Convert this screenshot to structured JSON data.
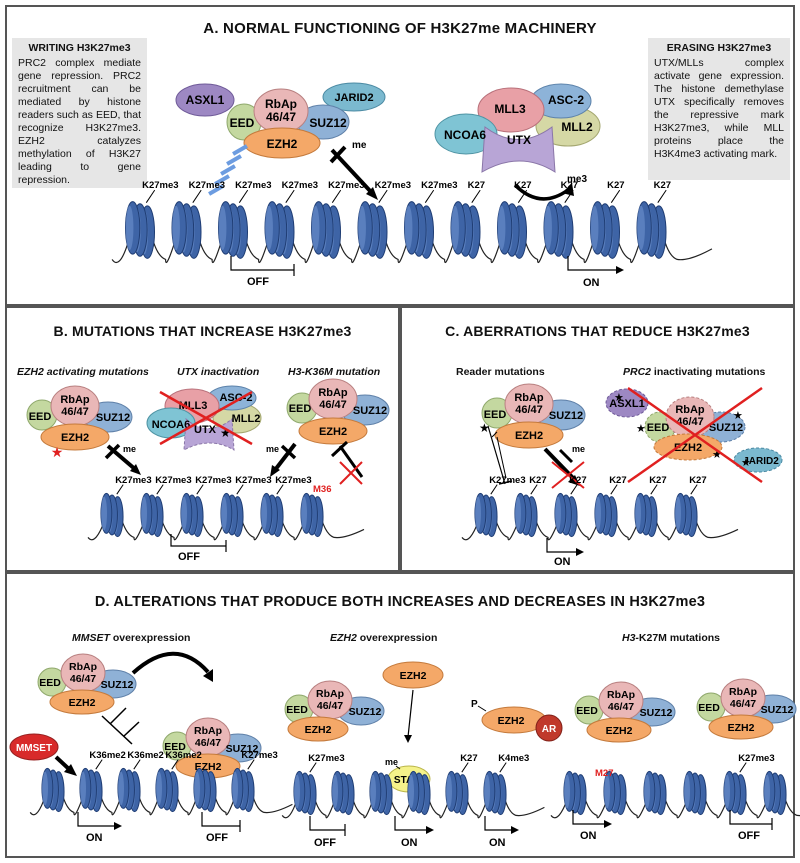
{
  "panel_a": {
    "title": "A. NORMAL FUNCTIONING OF H3K27me MACHINERY",
    "writing_box": {
      "title": "WRITING H3K27me3",
      "text": "PRC2 complex mediate gene repression. PRC2 recruitment can be mediated by histone readers such as EED, that recognize H3K27me3. EZH2 catalyzes methylation of H3K27 leading to gene repression."
    },
    "erasing_box": {
      "title": "ERASING H3K27me3",
      "text": "UTX/MLLs complex activate gene expression. The histone demethylase UTX specifically removes the repressive mark H3K27me3, while MLL proteins place the H3K4me3 activating mark."
    },
    "prc2": {
      "asxl1": "ASXL1",
      "rbap": "RbAp\n46/47",
      "jarid2": "JARID2",
      "eed": "EED",
      "suz12": "SUZ12",
      "ezh2": "EZH2"
    },
    "utx_complex": {
      "mll3": "MLL3",
      "asc2": "ASC-2",
      "ncoa6": "NCOA6",
      "utx": "UTX",
      "mll2": "MLL2"
    },
    "me_label": "me",
    "me3_label": "me3",
    "marks": [
      "K27me3",
      "K27me3",
      "K27me3",
      "K27me3",
      "K27me3",
      "K27me3",
      "K27me3",
      "K27",
      "K27",
      "K27",
      "K27",
      "K27"
    ],
    "off_label": "OFF",
    "on_label": "ON"
  },
  "panel_b": {
    "title": "B. MUTATIONS THAT INCREASE H3K27me3",
    "sub1": "EZH2 activating mutations",
    "sub2": "UTX inactivation",
    "sub3": "H3-K36M mutation",
    "marks": [
      "K27me3",
      "K27me3",
      "K27me3",
      "K27me3",
      "K27me3"
    ],
    "m36": "M36",
    "off_label": "OFF"
  },
  "panel_c": {
    "title": "C. ABERRATIONS THAT REDUCE H3K27me3",
    "sub1": "Reader mutations",
    "sub2_italic": "PRC2",
    "sub2_rest": " inactivating mutations",
    "marks": [
      "K27me3",
      "K27",
      "K27",
      "K27",
      "K27",
      "K27"
    ],
    "on_label": "ON"
  },
  "panel_d": {
    "title": "D. ALTERATIONS THAT PRODUCE BOTH INCREASES AND DECREASES IN H3K27me3",
    "sub1_italic": "MMSET",
    "sub1_rest": " overexpression",
    "sub2_italic": "EZH2",
    "sub2_rest": " overexpression",
    "sub3_italic": "H3-",
    "sub3_rest": "K27M mutations",
    "mmset": "MMSET",
    "stat3": "STAT3",
    "ar": "AR",
    "p_label": "P",
    "m27": "M27",
    "marks1": [
      "K36me2",
      "K36me2",
      "K36me2",
      "K27me3"
    ],
    "marks2": [
      "K27me3",
      "K27",
      "K4me3"
    ],
    "marks3": [
      "K27me3"
    ],
    "on_label": "ON",
    "off_label": "OFF"
  },
  "colors": {
    "eed": "#c4d8a0",
    "rbap": "#e9b7b7",
    "suz12": "#8fb1d6",
    "ezh2": "#f4a868",
    "asxl1": "#9d88c3",
    "jarid2": "#7bb9cf",
    "mll3": "#e8a0a6",
    "asc2": "#8db3d8",
    "ncoa6": "#7fc4d4",
    "utx": "#b8a5d6",
    "mll2": "#d5d8a5",
    "nucleosome": "#3e64a6",
    "mmset": "#d82a2a",
    "stat3": "#f5f28a",
    "ar": "#c0392b",
    "red": "#e02020"
  }
}
